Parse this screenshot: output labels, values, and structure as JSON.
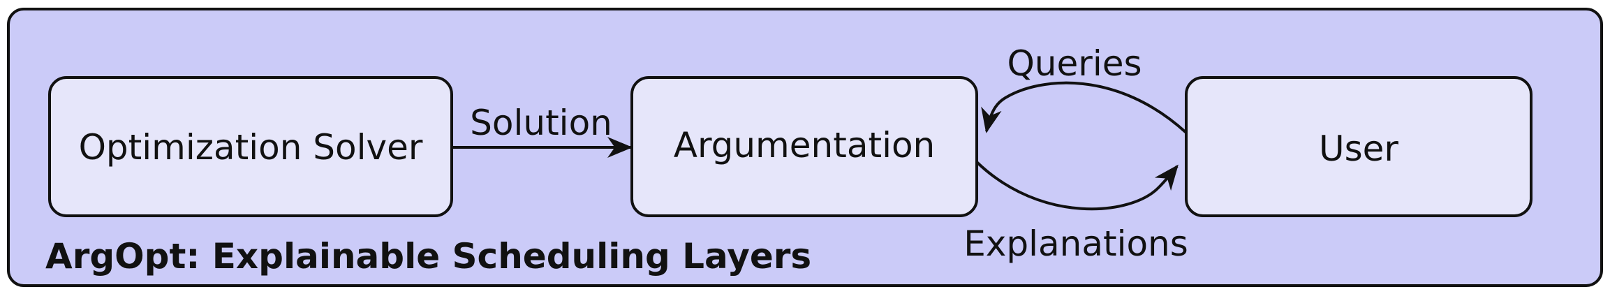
{
  "diagram": {
    "title": "ArgOpt: Explainable Scheduling Layers",
    "nodes": {
      "solver": "Optimization Solver",
      "argumentation": "Argumentation",
      "user": "User"
    },
    "edges": {
      "solution": "Solution",
      "queries": "Queries",
      "explanations": "Explanations"
    }
  },
  "colors": {
    "frame_fill": "#cbcbf8",
    "node_fill": "#e6e6fa",
    "stroke": "#111111"
  }
}
